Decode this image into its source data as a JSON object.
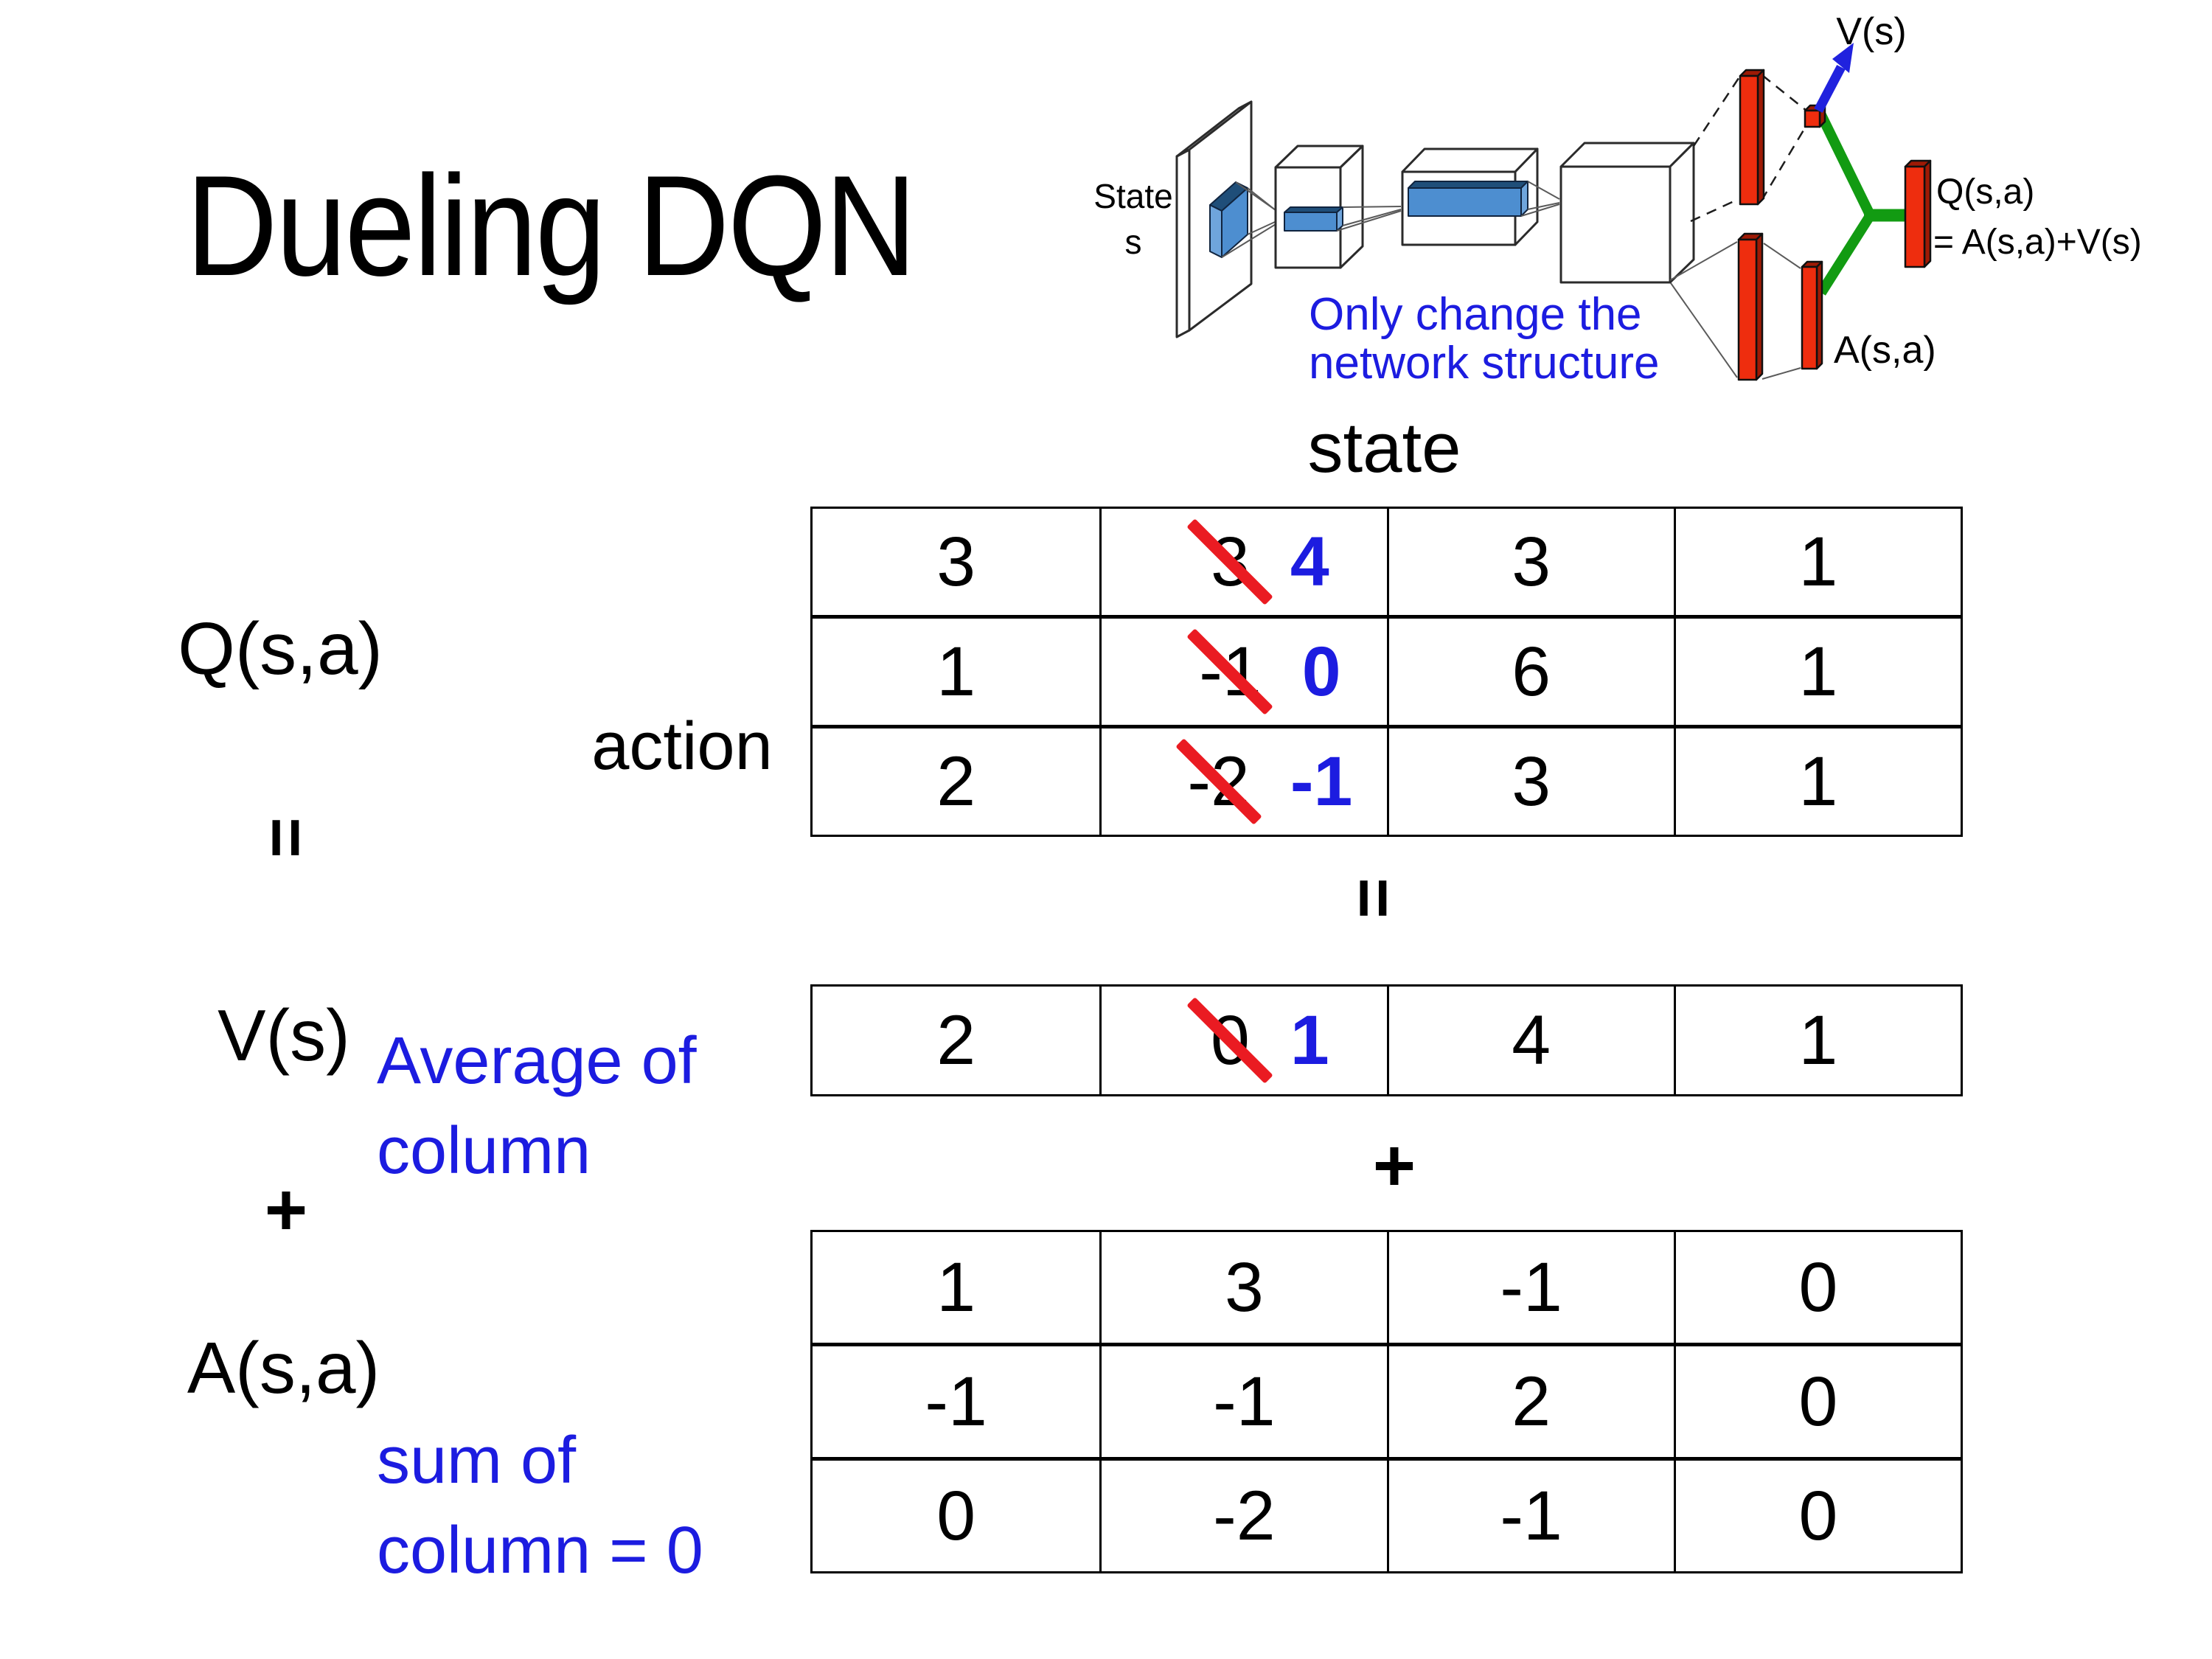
{
  "title": "Dueling DQN",
  "colors": {
    "blue": "#1c1ce0",
    "red": "#ea1b22",
    "green": "#129b12",
    "arrow_blue": "#2022de",
    "bar_red": "#ee2d0e",
    "bar_red_dark": "#9e1a05",
    "fm_blue": "#4d8ed0",
    "fm_blue_dark": "#1f4e79",
    "fm_blue_light": "#6fa5dc"
  },
  "diagram": {
    "state_line1": "State",
    "state_line2": "s",
    "note_line1": "Only change the",
    "note_line2": "network structure",
    "v_out": "V(s)",
    "q_out": "Q(s,a)",
    "q_out_eq": "= A(s,a)+V(s)",
    "a_out": "A(s,a)"
  },
  "labels": {
    "q": "Q(s,a)",
    "v": "V(s)",
    "a": "A(s,a)",
    "equals": "=",
    "plus": "+",
    "action": "action",
    "state": "state",
    "avg_line1": "Average of",
    "avg_line2": "column",
    "sum_line1": "sum of",
    "sum_line2": "column = 0"
  },
  "q_table": {
    "rows": [
      [
        "3",
        {
          "old": "3",
          "new": "4"
        },
        "3",
        "1"
      ],
      [
        "1",
        {
          "old": "-1",
          "new": "0"
        },
        "6",
        "1"
      ],
      [
        "2",
        {
          "old": "-2",
          "new": "-1"
        },
        "3",
        "1"
      ]
    ]
  },
  "v_table": {
    "rows": [
      [
        "2",
        {
          "old": "0",
          "new": "1"
        },
        "4",
        "1"
      ]
    ]
  },
  "a_table": {
    "rows": [
      [
        "1",
        "3",
        "-1",
        "0"
      ],
      [
        "-1",
        "-1",
        "2",
        "0"
      ],
      [
        "0",
        "-2",
        "-1",
        "0"
      ]
    ]
  }
}
